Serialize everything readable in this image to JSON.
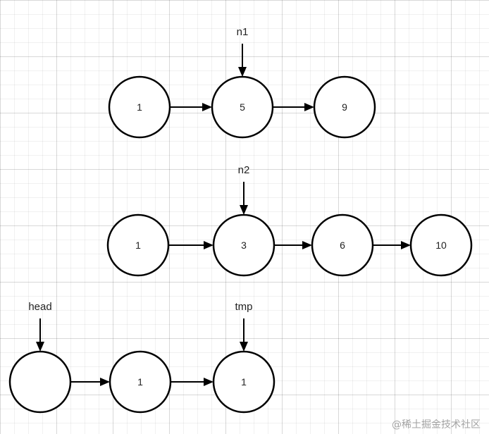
{
  "lists": [
    {
      "id": "n1-list",
      "pointer": {
        "label": "n1",
        "node_index": 1
      },
      "nodes": [
        "1",
        "5",
        "9"
      ]
    },
    {
      "id": "n2-list",
      "pointer": {
        "label": "n2",
        "node_index": 1
      },
      "nodes": [
        "1",
        "3",
        "6",
        "10"
      ]
    },
    {
      "id": "result-list",
      "pointers": [
        {
          "label": "head",
          "node_index": 0
        },
        {
          "label": "tmp",
          "node_index": 2
        }
      ],
      "nodes": [
        "",
        "1",
        "1"
      ]
    }
  ],
  "watermark": "@稀土掘金技术社区"
}
